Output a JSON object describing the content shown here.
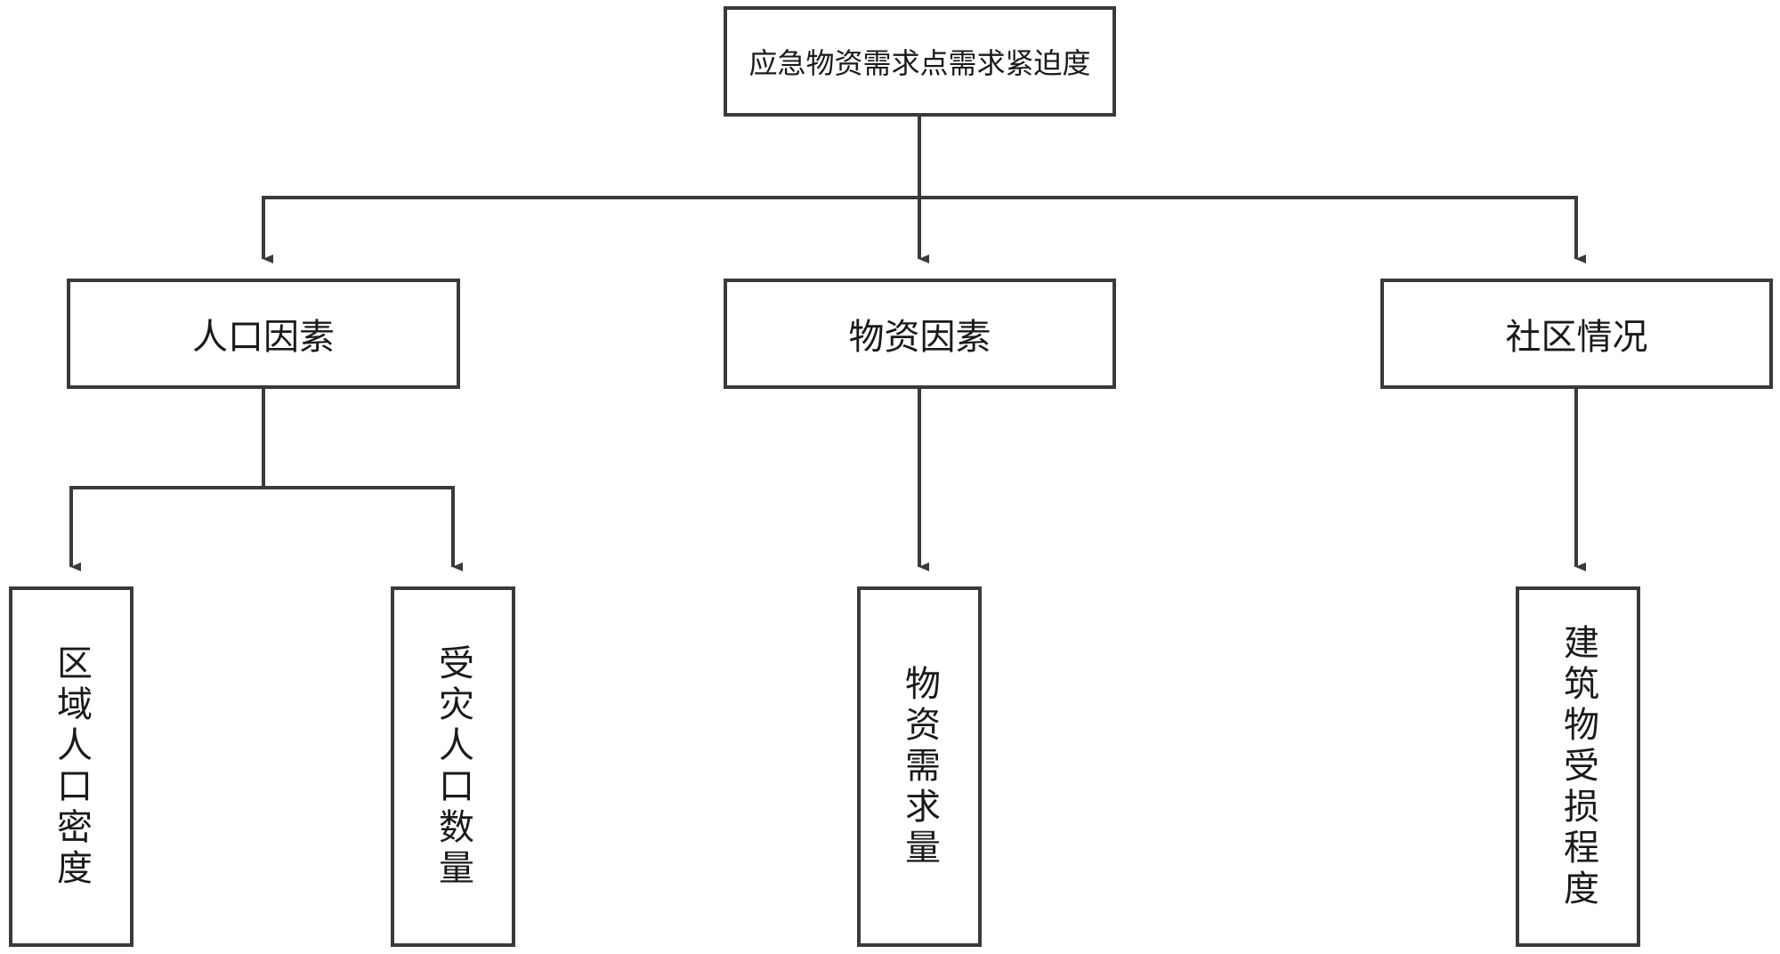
{
  "root": {
    "label": "应急物资需求点需求紧迫度"
  },
  "factors": [
    {
      "label": "人口因素",
      "children": [
        "区域人口密度",
        "受灾人口数量"
      ]
    },
    {
      "label": "物资因素",
      "children": [
        "物资需求量"
      ]
    },
    {
      "label": "社区情况",
      "children": [
        "建筑物受损程度"
      ]
    }
  ]
}
